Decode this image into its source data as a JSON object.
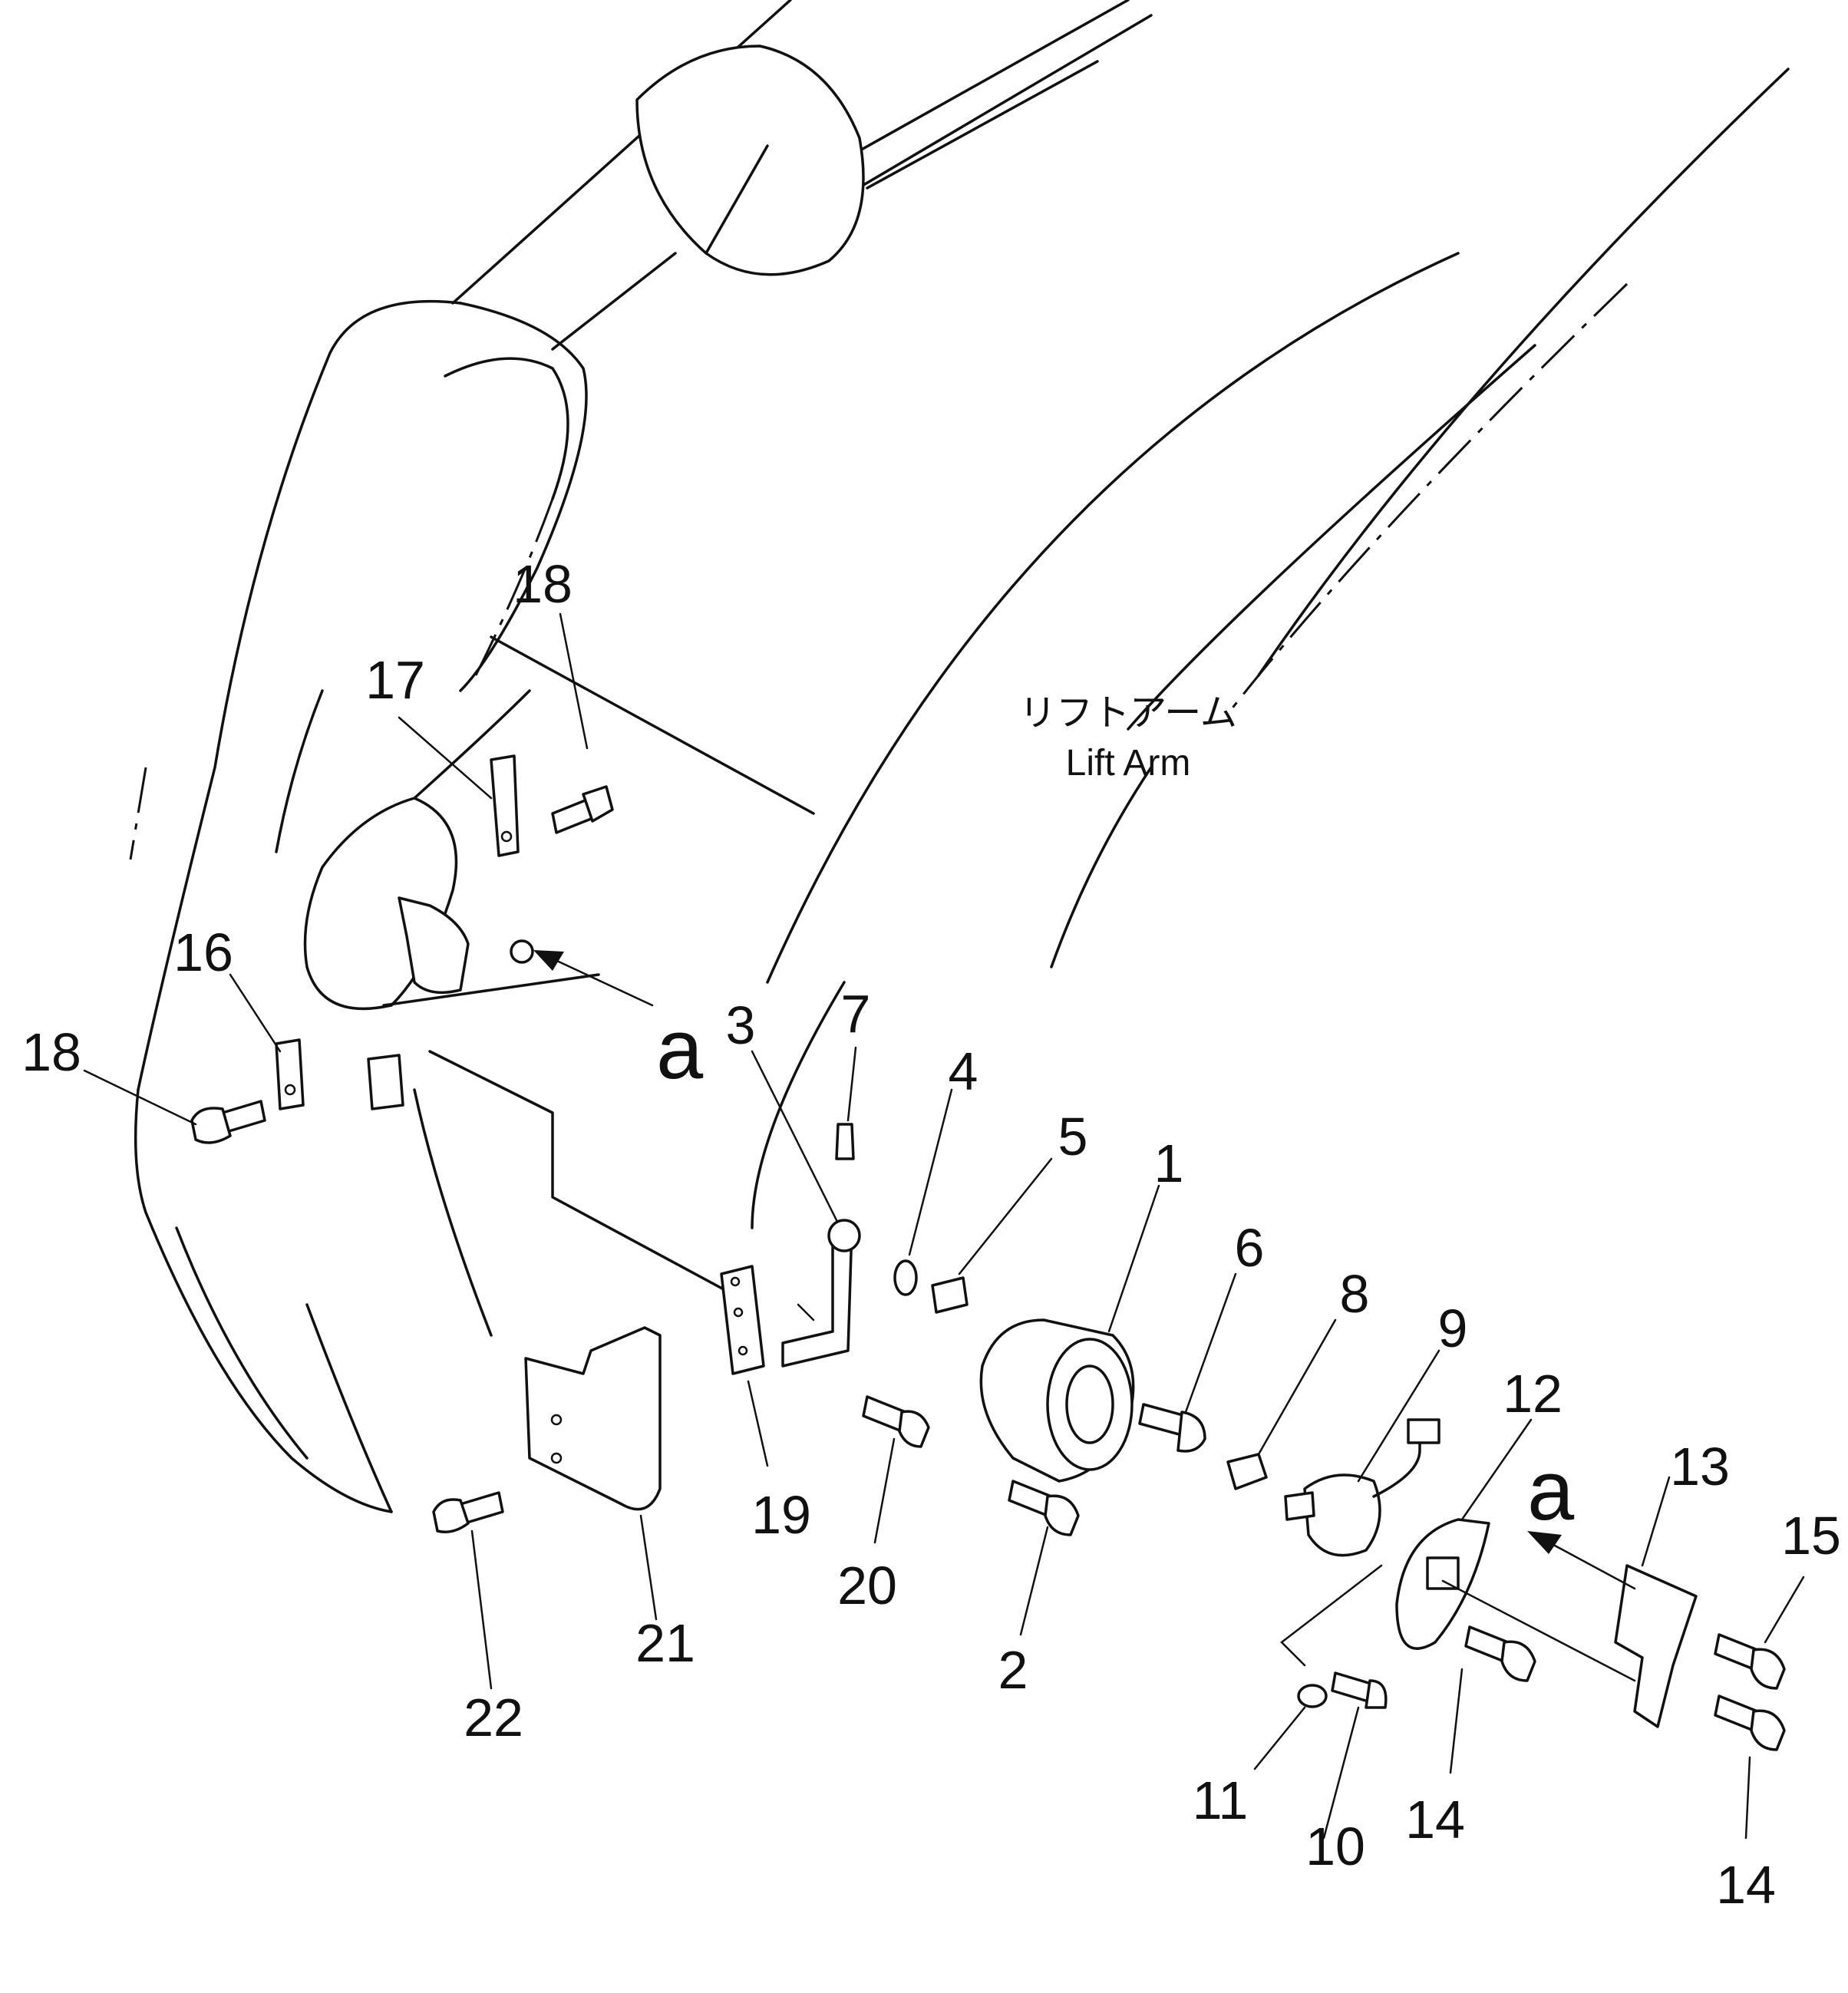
{
  "diagram": {
    "arm_label_ja": "リフトアーム",
    "arm_label_en": "Lift Arm",
    "view_letter": "a",
    "callouts": [
      "1",
      "2",
      "3",
      "4",
      "5",
      "6",
      "7",
      "8",
      "9",
      "10",
      "11",
      "12",
      "13",
      "14",
      "15",
      "16",
      "17",
      "18",
      "19",
      "20",
      "21",
      "22"
    ]
  }
}
